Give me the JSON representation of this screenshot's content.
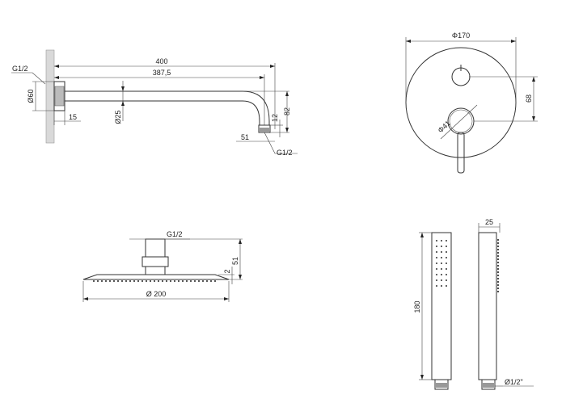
{
  "arm": {
    "thread_left": "G1/2",
    "flange_dia": "Ø60",
    "length_total": "400",
    "length_inner": "387,5",
    "tube_dia": "Ø25",
    "wall_offset": "15",
    "outlet_offset": "51",
    "thread_outlet": "G1/2",
    "drop_small": "12",
    "drop_total": "82"
  },
  "mixer": {
    "plate_dia": "Φ170",
    "centre_distance": "68",
    "knob_dia": "Φ41"
  },
  "head": {
    "thread": "G1/2",
    "thickness": "2",
    "height": "51",
    "dia": "Ø 200"
  },
  "handshower": {
    "length": "180",
    "width": "25",
    "thread": "Ø1/2\""
  }
}
